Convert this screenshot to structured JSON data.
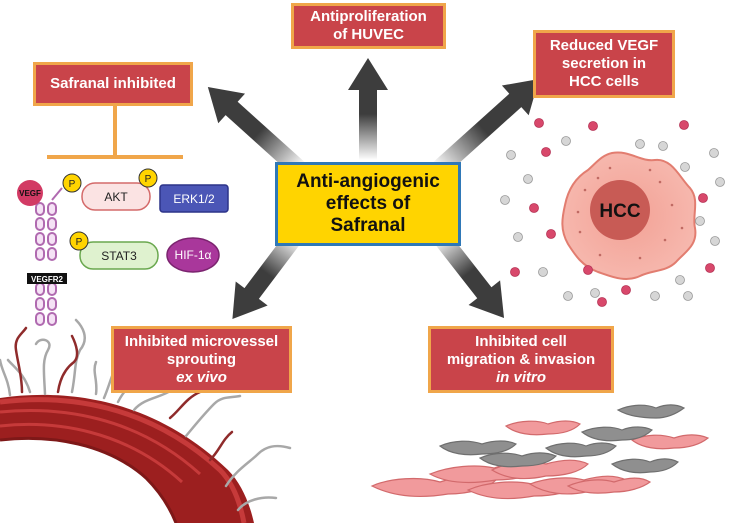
{
  "center": {
    "line1": "Anti-angiogenic",
    "line2": "effects of",
    "line3": "Safranal"
  },
  "boxes": {
    "antiproliferation": {
      "line1": "Antiproliferation",
      "line2": "of HUVEC"
    },
    "vegf_secretion": {
      "line1": "Reduced VEGF",
      "line2": "secretion in",
      "line3": "HCC cells"
    },
    "safranal_inhibited": {
      "line1": "Safranal inhibited"
    },
    "microvessel": {
      "line1": "Inhibited microvessel",
      "line2": "sprouting",
      "line3": "ex vivo"
    },
    "migration": {
      "line1": "Inhibited cell",
      "line2": "migration & invasion",
      "line3": "in vitro"
    }
  },
  "signaling": {
    "vegf": "VEGF",
    "akt": "AKT",
    "erk": "ERK1/2",
    "stat3": "STAT3",
    "hif": "HIF-1α",
    "receptor": "VEGFR2",
    "phospho": "P"
  },
  "hcc": {
    "label": "HCC"
  },
  "colors": {
    "box_fill": "#c9444a",
    "box_border": "#f0a64a",
    "center_fill": "#ffd400",
    "center_border": "#2f78b7",
    "arrow": "#3d3d3d",
    "vegf_dot": "#d8486b",
    "gray_dot": "#c8c8c8"
  }
}
